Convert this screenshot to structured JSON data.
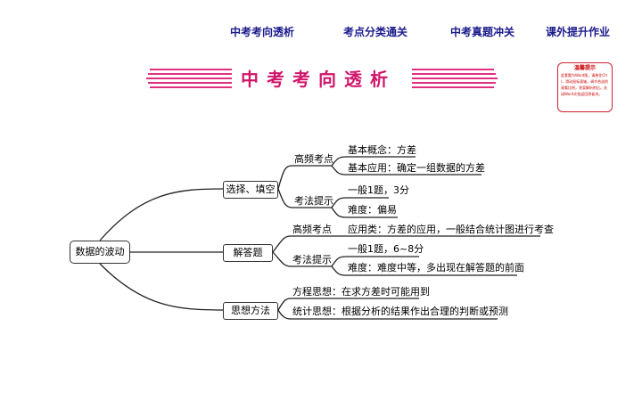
{
  "nav": {
    "items": [
      {
        "label": "中考考向透析"
      },
      {
        "label": "考点分类通关"
      },
      {
        "label": "中考真题冲关"
      },
      {
        "label": "课外提升作业"
      }
    ]
  },
  "page_title": "中考考向透析",
  "note": {
    "title": "温馨提示",
    "body": "此套题为Word版，请按住Ctrl，滑动鼠标滚轴，调节合适的观看比例，答案解析附后。关闭Word文档返回原板块。"
  },
  "mindmap": {
    "root": "数据的波动",
    "branches": {
      "b1": {
        "label": "选择、填空",
        "sub1": {
          "label": "高频考点",
          "leaves": [
            "基本概念：方差",
            "基本应用：确定一组数据的方差"
          ]
        },
        "sub2": {
          "label": "考法提示",
          "leaves": [
            "一般1题，3分",
            "难度：偏易"
          ]
        }
      },
      "b2": {
        "label": "解答题",
        "sub1": {
          "label": "高频考点",
          "leaves": [
            "应用类：方差的应用，一般结合统计图进行考查"
          ]
        },
        "sub2": {
          "label": "考法提示",
          "leaves": [
            "一般1题，6~8分",
            "难度：难度中等，多出现在解答题的前面"
          ]
        }
      },
      "b3": {
        "label": "思想方法",
        "leaves": [
          "方程思想：在求方差时可能用到",
          "统计思想：根据分析的结果作出合理的判断或预测"
        ]
      }
    }
  }
}
